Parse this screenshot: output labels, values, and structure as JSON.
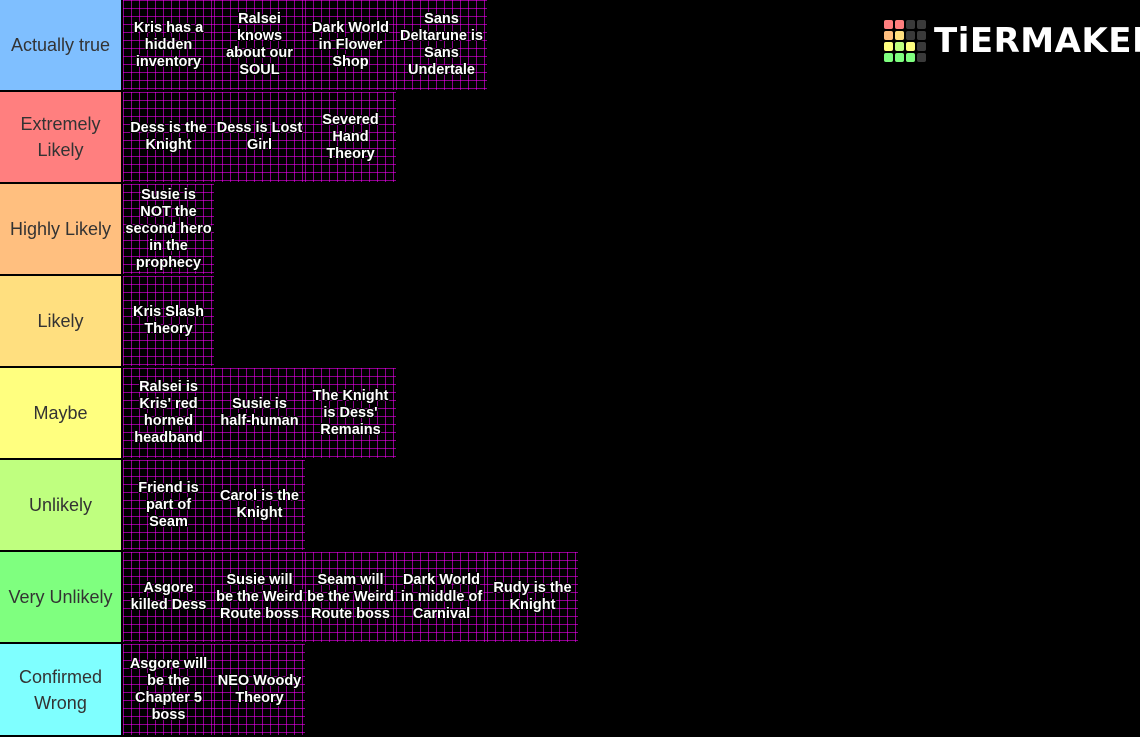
{
  "logo": {
    "text": "TiERMAKER",
    "grid_colors": [
      "#ff7f7f",
      "#ff7f7f",
      "#3a3a3a",
      "#3a3a3a",
      "#ffbf7f",
      "#ffdf7f",
      "#3a3a3a",
      "#3a3a3a",
      "#ffff7f",
      "#bfff7f",
      "#ffff7f",
      "#3a3a3a",
      "#7fff7f",
      "#7fff7f",
      "#7fff7f",
      "#3a3a3a"
    ]
  },
  "tiers": [
    {
      "label": "Actually true",
      "color": "#7fbfff",
      "items": [
        "Kris has a hidden inventory",
        "Ralsei knows about our SOUL",
        "Dark World in Flower Shop",
        "Sans Deltarune is Sans Undertale"
      ]
    },
    {
      "label": "Extremely Likely",
      "color": "#ff7f7f",
      "items": [
        "Dess is the Knight",
        "Dess is Lost Girl",
        "Severed Hand Theory"
      ]
    },
    {
      "label": "Highly Likely",
      "color": "#ffbf7f",
      "items": [
        "Susie is NOT the second hero in the prophecy"
      ]
    },
    {
      "label": "Likely",
      "color": "#ffdf7f",
      "items": [
        "Kris Slash Theory"
      ]
    },
    {
      "label": "Maybe",
      "color": "#ffff7f",
      "items": [
        "Ralsei is Kris' red horned headband",
        "Susie is half-human",
        "The Knight is Dess' Remains"
      ]
    },
    {
      "label": "Unlikely",
      "color": "#bfff7f",
      "items": [
        "Friend is part of Seam",
        "Carol is the Knight"
      ]
    },
    {
      "label": "Very Unlikely",
      "color": "#7fff7f",
      "items": [
        "Asgore killed Dess",
        "Susie will be the Weird Route boss",
        "Seam will be the Weird Route boss",
        "Dark World in middle of Carnival",
        "Rudy is the Knight"
      ]
    },
    {
      "label": "Confirmed Wrong",
      "color": "#7fffff",
      "items": [
        "Asgore will be the Chapter 5 boss",
        "NEO Woody Theory"
      ]
    }
  ]
}
